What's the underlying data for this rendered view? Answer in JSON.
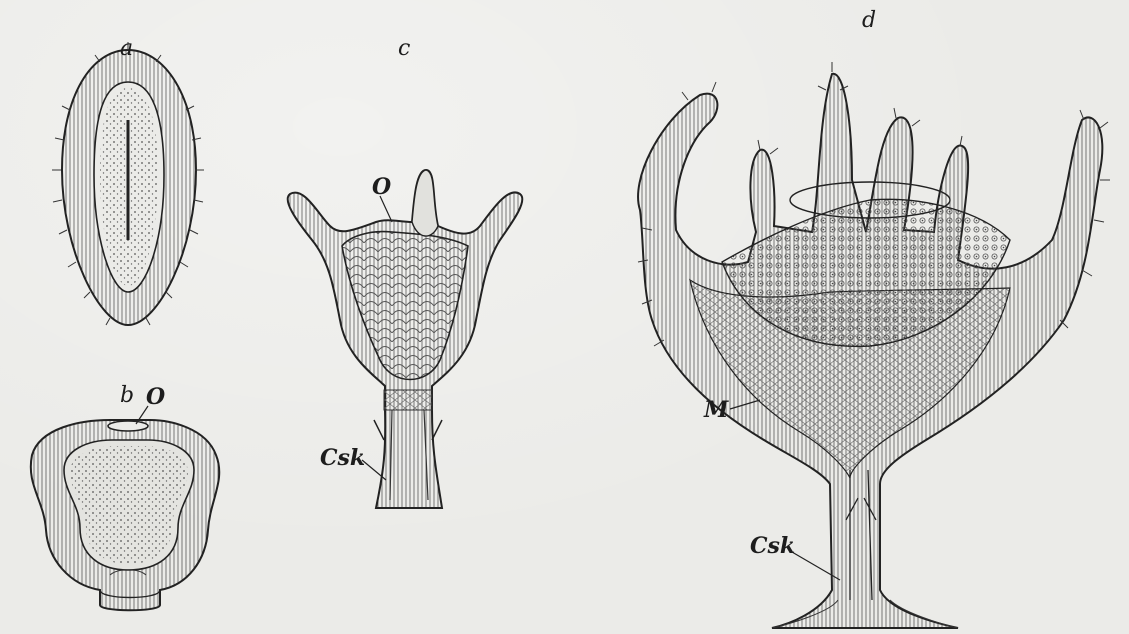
{
  "panels": {
    "a": {
      "letter": "a"
    },
    "b": {
      "letter": "b",
      "labels": [
        "O"
      ]
    },
    "c": {
      "letter": "c",
      "labels": [
        "O",
        "Csk"
      ]
    },
    "d": {
      "letter": "d",
      "labels": [
        "M",
        "Csk"
      ]
    }
  },
  "colors": {
    "ink": "#2a2a2a",
    "paper": "#ebebe8",
    "fill": "#cfcfcb"
  }
}
